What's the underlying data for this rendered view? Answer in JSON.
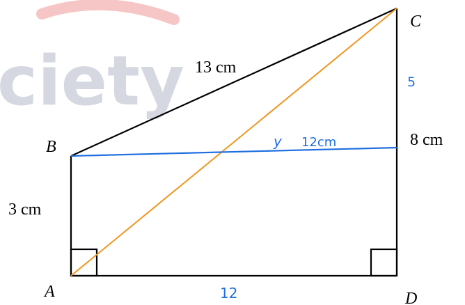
{
  "watermark": {
    "text": "ciety",
    "color": "#c9cbd8",
    "swoosh_color": "#f3b3b3"
  },
  "colors": {
    "shape": "#000000",
    "diagonal": "#f0961e",
    "annotation": "#1f6fe0"
  },
  "vertices": {
    "a": "A",
    "b": "B",
    "c": "C",
    "d": "D"
  },
  "printed_labels": {
    "bc": "13 cm",
    "cd": "8 cm",
    "ab": "3 cm"
  },
  "handwritten": {
    "top_part_of_cd": "5",
    "horizontal_var": "y",
    "horizontal_length": "12cm",
    "ad": "12"
  },
  "right_angle_markers": [
    "A",
    "D"
  ]
}
